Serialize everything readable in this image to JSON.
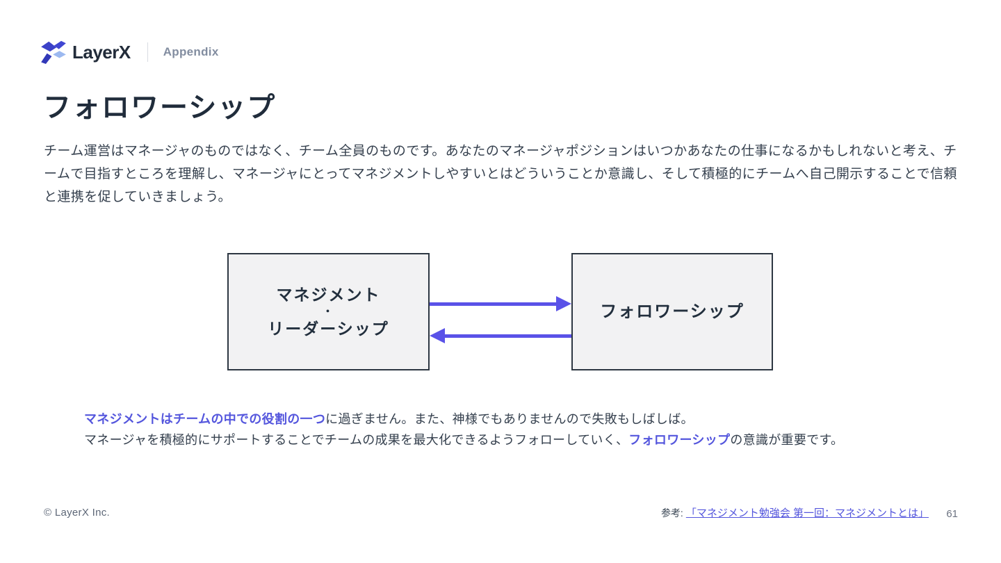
{
  "header": {
    "brand": "LayerX",
    "section": "Appendix"
  },
  "title": "フォロワーシップ",
  "intro": "チーム運営はマネージャのものではなく、チーム全員のものです。あなたのマネージャポジションはいつかあなたの仕事になるかもしれないと考え、チームで目指すところを理解し、マネージャにとってマネジメントしやすいとはどういうことか意識し、そして積極的にチームへ自己開示することで信頼と連携を促していきましょう。",
  "diagram": {
    "left_box": {
      "line1": "マネジメント",
      "dot": "・",
      "line2": "リーダーシップ"
    },
    "right_box": "フォロワーシップ",
    "arrows": [
      "left-to-right",
      "right-to-left"
    ]
  },
  "summary": {
    "line1_em": "マネジメントはチームの中での役割の一つ",
    "line1_rest": "に過ぎません。また、神様でもありませんので失敗もしばしば。",
    "line2_pre": "マネージャを積極的にサポートすることでチームの成果を最大化できるようフォローしていく、",
    "line2_em": "フォロワーシップ",
    "line2_rest": "の意識が重要です。"
  },
  "footer": {
    "copyright": "© LayerX Inc.",
    "reference_label": "参考:",
    "reference_link": "「マネジメント勉強会 第一回：マネジメントとは」",
    "page_number": "61"
  },
  "colors": {
    "accent_text": "#5456dd",
    "accent_arrow": "#5a52e8",
    "text_dark": "#1f2b3a",
    "box_fill": "#f2f2f3",
    "box_border": "#2d3742"
  }
}
